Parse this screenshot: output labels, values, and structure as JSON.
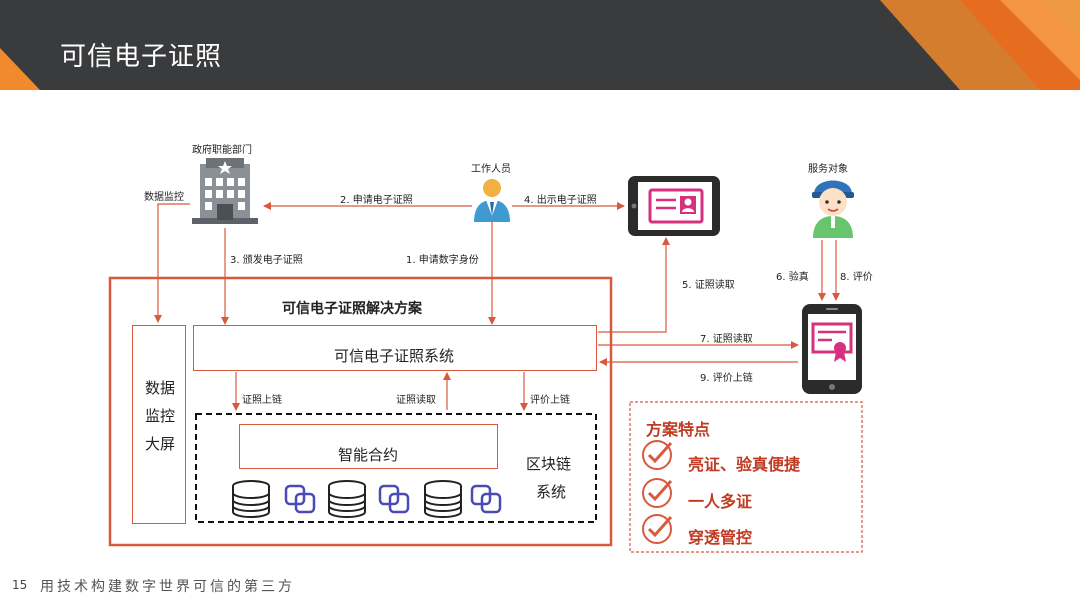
{
  "title": "可信电子证照",
  "colors": {
    "accent": "#d9593e",
    "dark_header": "#3a3b3d",
    "orange": "#f08a2c",
    "magenta": "#d6317f"
  },
  "actors": {
    "gov": "政府职能部门",
    "staff": "工作人员",
    "service_target": "服务对象"
  },
  "edges": {
    "e1": "1.  申请数字身份",
    "e2": "2.  申请电子证照",
    "e3": "3.  颁发电子证照",
    "e4": "4.  出示电子证照",
    "e5": "5.  证照读取",
    "e6": "6.  验真",
    "e7": "7.  证照读取",
    "e8": "8.  评价",
    "e9": "9.  评价上链",
    "monitor": "数据监控",
    "upload": "证照上链",
    "read": "证照读取",
    "eval_upload": "评价上链"
  },
  "solution": {
    "title": "可信电子证照解决方案",
    "system": "可信电子证照系统",
    "screen_lines": [
      "数据",
      "监控",
      "大屏"
    ],
    "contract": "智能合约",
    "blockchain_lines": [
      "区块链",
      "系统"
    ]
  },
  "features": {
    "title": "方案特点",
    "items": [
      "亮证、验真便捷",
      "一人多证",
      "穿透管控"
    ]
  },
  "footer": {
    "page_number": "15",
    "slogan": "用技术构建数字世界可信的第三方"
  },
  "icons": [
    "government-building-icon",
    "staff-person-icon",
    "tablet-certificate-icon",
    "citizen-person-icon",
    "phone-certificate-icon",
    "database-icon",
    "chain-link-icon",
    "checkmark-icon"
  ]
}
